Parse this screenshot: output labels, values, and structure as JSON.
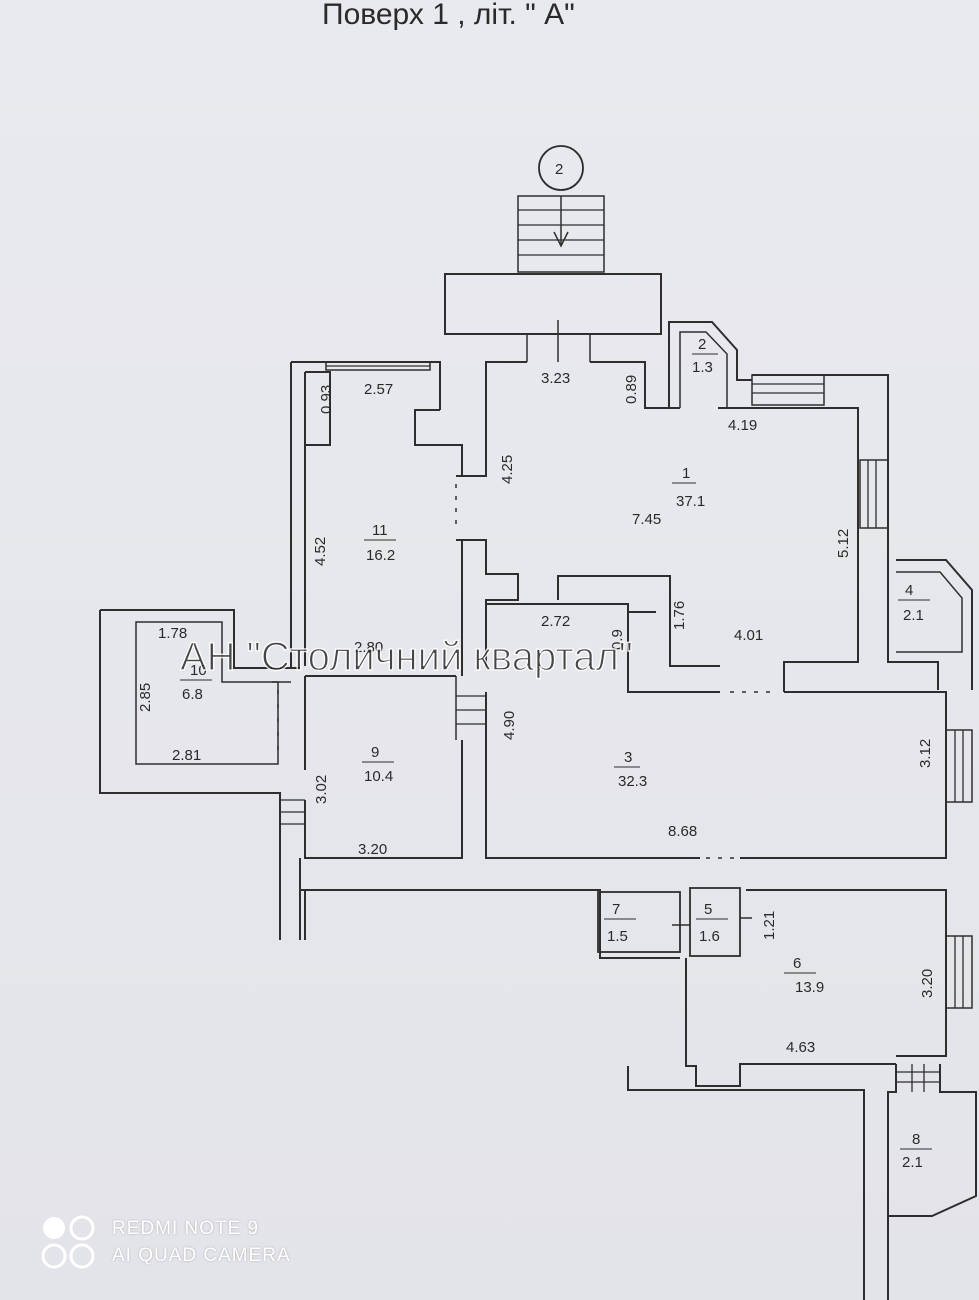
{
  "header": {
    "title": "Поверх  1    ,  літ. \" А\""
  },
  "entrance_marker": "2",
  "watermark": "АН \"Столичний квартал\"",
  "rooms": [
    {
      "id": "1",
      "area": "37.1"
    },
    {
      "id": "2",
      "area": "1.3"
    },
    {
      "id": "3",
      "area": "32.3"
    },
    {
      "id": "4",
      "area": "2.1"
    },
    {
      "id": "5",
      "area": "1.6"
    },
    {
      "id": "6",
      "area": "13.9"
    },
    {
      "id": "7",
      "area": "1.5"
    },
    {
      "id": "8",
      "area": "2.1"
    },
    {
      "id": "9",
      "area": "10.4"
    },
    {
      "id": "10",
      "area": "6.8"
    },
    {
      "id": "11",
      "area": "16.2"
    }
  ],
  "dimensions": {
    "d_3_23": "3.23",
    "d_0_89": "0.89",
    "d_0_93": "0.93",
    "d_2_57": "2.57",
    "d_4_19": "4.19",
    "d_4_25": "4.25",
    "d_7_45": "7.45",
    "d_5_12": "5.12",
    "d_4_52": "4.52",
    "d_1_76": "1.76",
    "d_2_72": "2.72",
    "d_1_78": "1.78",
    "d_2_80": "2.80",
    "d_0_9": "0.9",
    "d_4_01": "4.01",
    "d_2_85": "2.85",
    "d_4_90": "4.90",
    "d_3_12": "3.12",
    "d_2_81": "2.81",
    "d_3_02": "3.02",
    "d_8_68": "8.68",
    "d_3_20a": "3.20",
    "d_1_21": "1.21",
    "d_3_20b": "3.20",
    "d_4_63": "4.63"
  },
  "camera": {
    "line1": "REDMI NOTE 9",
    "line2": "AI QUAD CAMERA"
  }
}
